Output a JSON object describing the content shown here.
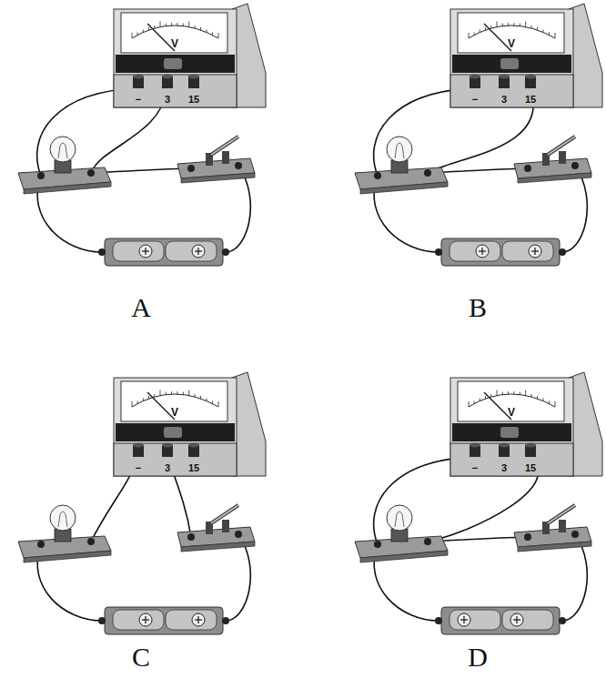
{
  "diagram": {
    "labels": [
      "V",
      "−",
      "3",
      "15",
      "A",
      "V",
      "−",
      "3",
      "15",
      "B",
      "V",
      "−",
      "3",
      "15",
      "C",
      "V",
      "−",
      "3",
      "15",
      "D"
    ]
  }
}
